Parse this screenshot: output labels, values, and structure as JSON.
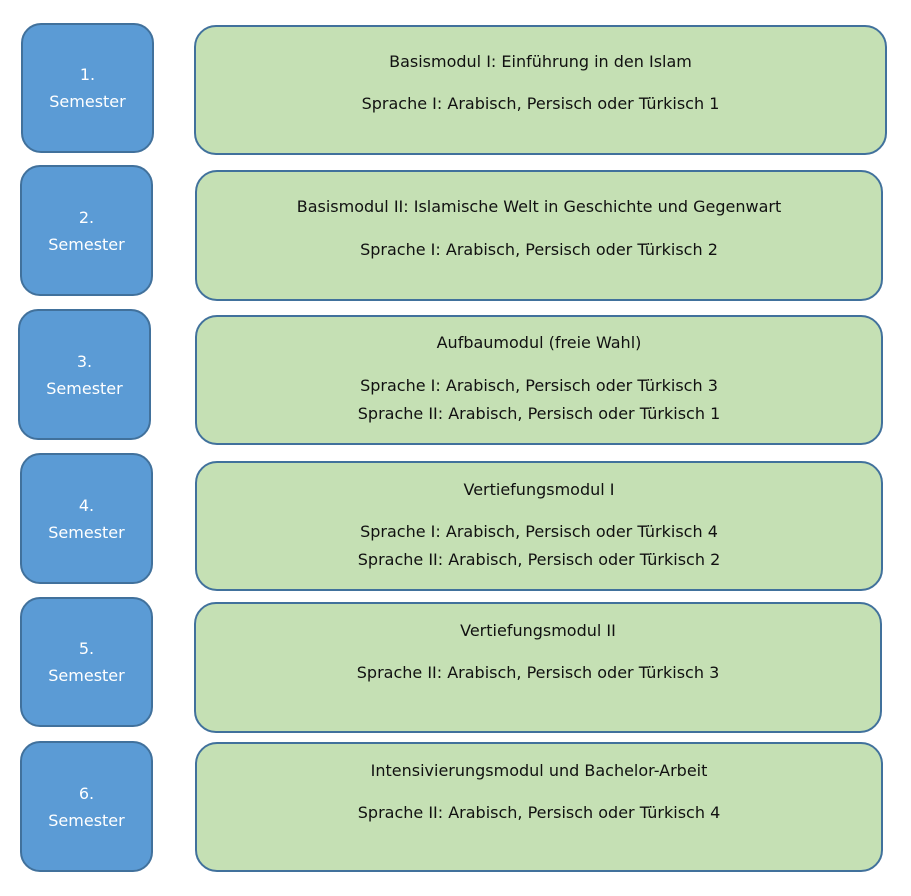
{
  "semesters": [
    {
      "number": "1.",
      "label": "Semester"
    },
    {
      "number": "2.",
      "label": "Semester"
    },
    {
      "number": "3.",
      "label": "Semester"
    },
    {
      "number": "4.",
      "label": "Semester"
    },
    {
      "number": "5.",
      "label": "Semester"
    },
    {
      "number": "6.",
      "label": "Semester"
    }
  ],
  "modules": [
    {
      "title": "Basismodul I: Einführung in den Islam",
      "lines": [
        "Sprache I: Arabisch, Persisch oder Türkisch 1"
      ]
    },
    {
      "title": "Basismodul II: Islamische Welt in Geschichte und Gegenwart",
      "lines": [
        "Sprache I: Arabisch, Persisch oder Türkisch 2"
      ]
    },
    {
      "title": "Aufbaumodul (freie Wahl)",
      "lines": [
        "Sprache I: Arabisch, Persisch oder Türkisch 3",
        "Sprache II: Arabisch, Persisch oder Türkisch 1"
      ]
    },
    {
      "title": "Vertiefungsmodul I",
      "lines": [
        "Sprache I: Arabisch, Persisch oder Türkisch 4",
        "Sprache II: Arabisch, Persisch oder Türkisch 2"
      ]
    },
    {
      "title": "Vertiefungsmodul II",
      "lines": [
        "Sprache II: Arabisch, Persisch oder Türkisch 3"
      ]
    },
    {
      "title": "Intensivierungsmodul und Bachelor-Arbeit",
      "lines": [
        "Sprache II: Arabisch, Persisch oder Türkisch 4"
      ]
    }
  ]
}
